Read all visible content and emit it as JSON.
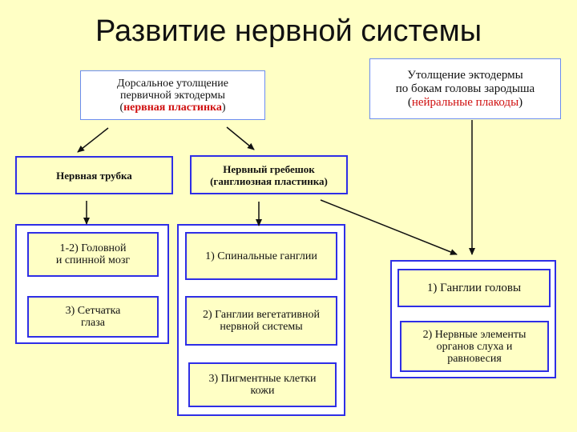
{
  "title": "Развитие нервной системы",
  "top_left": {
    "line1": "Дорсальное утолщение",
    "line2": "первичной эктодермы",
    "paren_open": "(",
    "highlight": "нервная пластинка",
    "paren_close": ")"
  },
  "top_right": {
    "line1": "Утолщение эктодермы",
    "line2": "по бокам головы зародыша",
    "paren_open": "(",
    "highlight": "нейральные плакоды",
    "paren_close": ")"
  },
  "neural_tube": "Нервная трубка",
  "neural_crest": {
    "line1": "Нервный гребешок",
    "line2": "(ганглиозная пластинка)"
  },
  "tube_derivatives": {
    "item1_line1": "1-2) Головной",
    "item1_line2": "и спинной мозг",
    "item2_line1": "3) Сетчатка",
    "item2_line2": "глаза"
  },
  "crest_derivatives": {
    "item1": "1) Спинальные ганглии",
    "item2_line1": "2) Ганглии вегетативной",
    "item2_line2": "нервной системы",
    "item3_line1": "3) Пигментные клетки",
    "item3_line2": "кожи"
  },
  "placode_derivatives": {
    "item1": "1) Ганглии головы",
    "item2_line1": "2) Нервные элементы",
    "item2_line2": "органов слуха и",
    "item2_line3": "равновесия"
  },
  "colors": {
    "background": "#ffffc5",
    "border": "#2e2ee6",
    "highlight": "#d01010"
  }
}
